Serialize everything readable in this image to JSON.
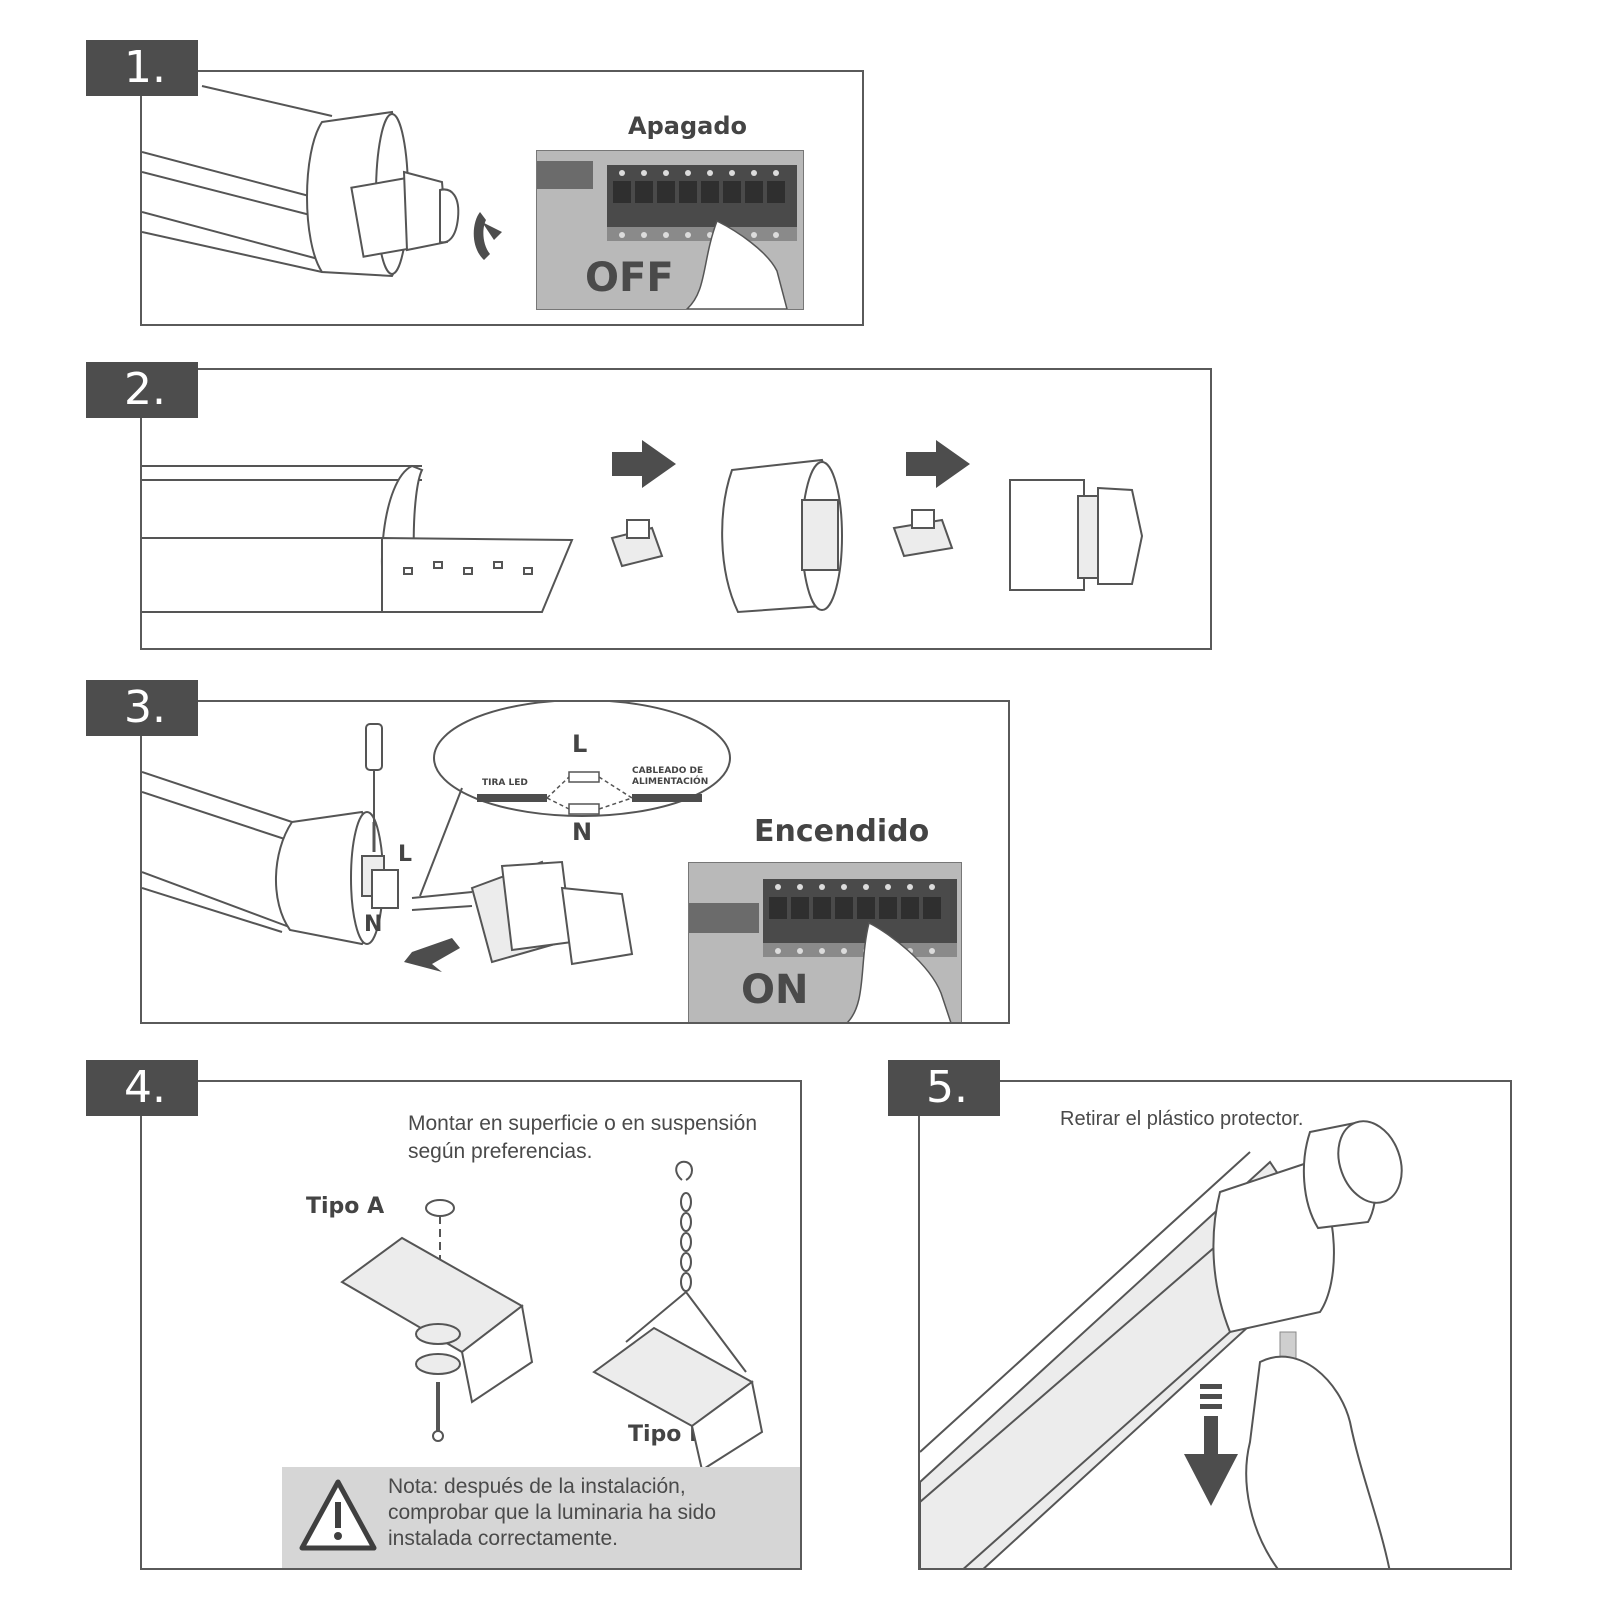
{
  "steps": [
    {
      "number": "1."
    },
    {
      "number": "2."
    },
    {
      "number": "3."
    },
    {
      "number": "4."
    },
    {
      "number": "5."
    }
  ],
  "step1": {
    "caption": "Apagado",
    "state": "OFF"
  },
  "step3": {
    "caption": "Encendido",
    "state": "ON",
    "wiring": {
      "led_label": "TIRA LED",
      "supply_label": "CABLEADO DE\nALIMENTACIÓN",
      "line": "L",
      "neutral": "N"
    },
    "terminal_line": "L",
    "terminal_neutral": "N"
  },
  "step4": {
    "instruction": "Montar en superficie o en suspensión según preferencias.",
    "type_a": "Tipo A",
    "type_b": "Tipo B",
    "note": "Nota: después de la instalación, comprobar que la luminaria ha sido instalada correctamente."
  },
  "step5": {
    "instruction": "Retirar el plástico protector."
  },
  "colors": {
    "tab": "#4d4d4d",
    "border": "#5a5a5a",
    "breaker_panel": "#b9b9b9",
    "note_bg": "#d6d6d6"
  }
}
